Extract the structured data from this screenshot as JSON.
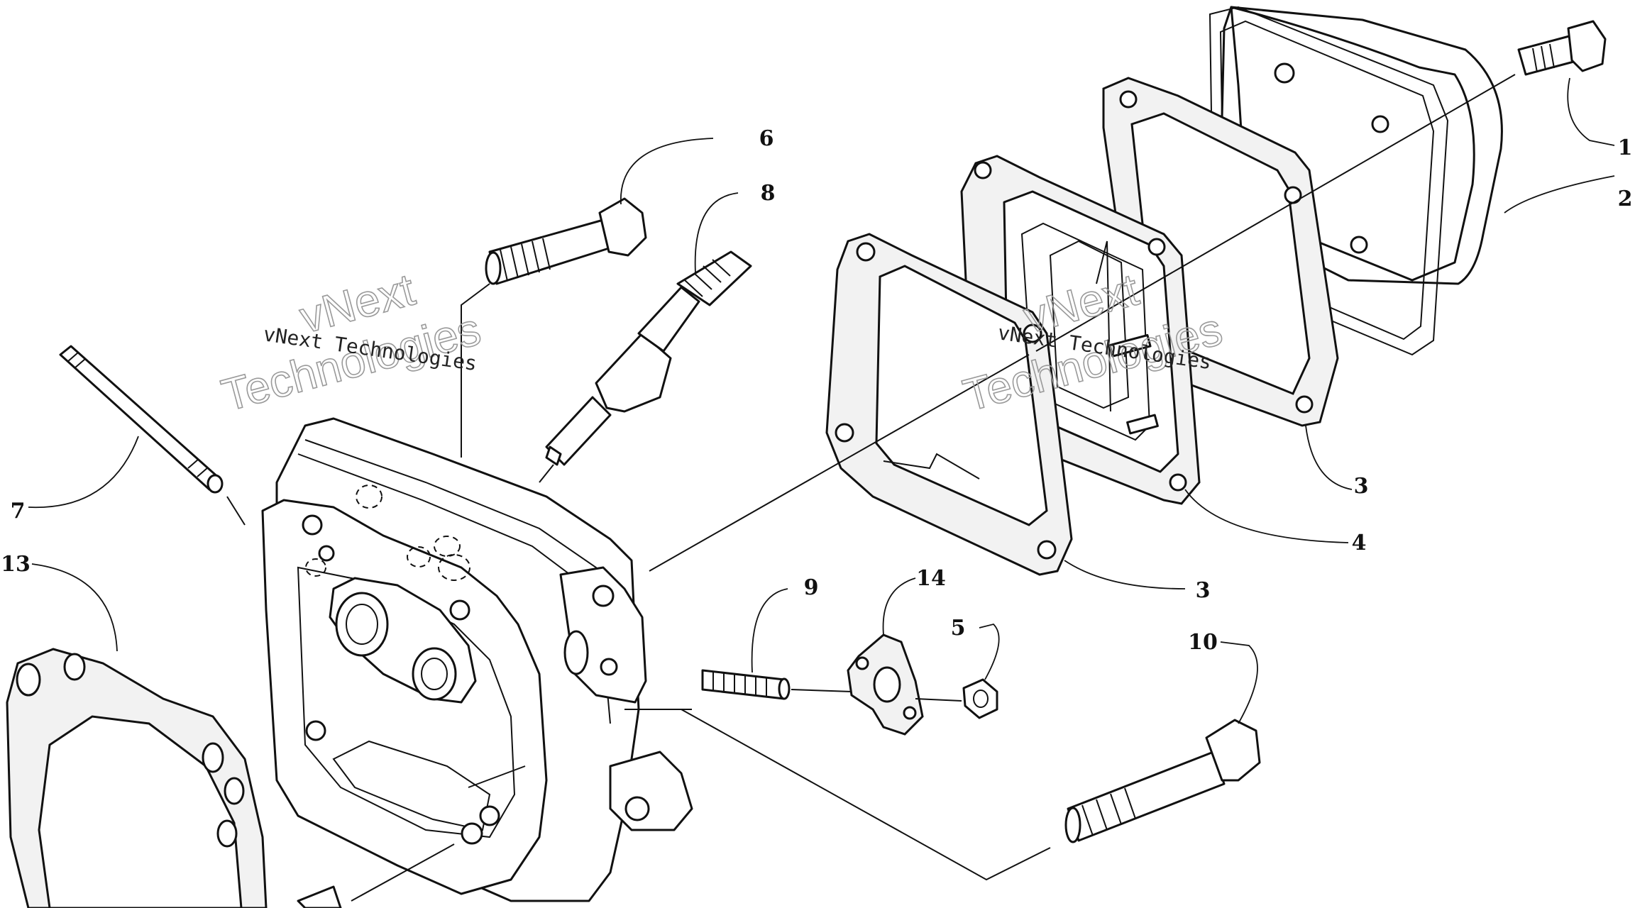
{
  "diagram": {
    "callouts": [
      "1",
      "2",
      "3",
      "3",
      "4",
      "5",
      "6",
      "7",
      "8",
      "9",
      "10",
      "13",
      "14"
    ],
    "watermark": {
      "small": "vNext Technologies",
      "big_line1": "vNext",
      "big_line2": "Technologies"
    }
  }
}
